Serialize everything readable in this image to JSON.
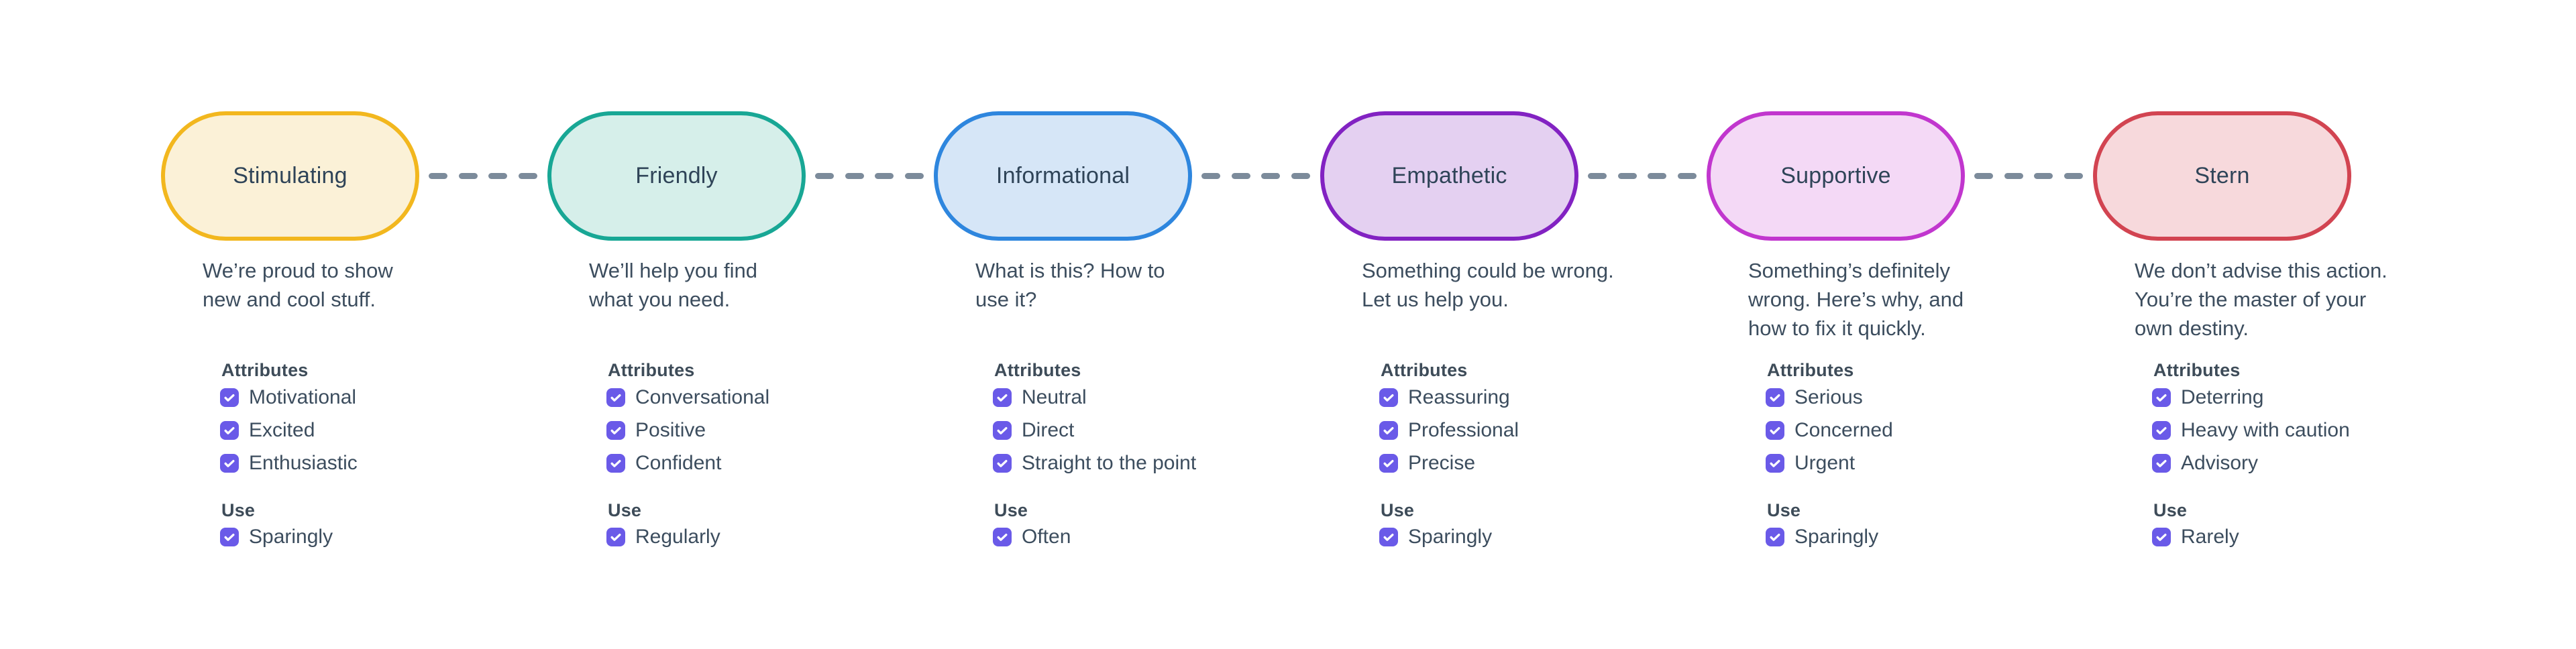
{
  "diagram": {
    "attributes_heading": "Attributes",
    "use_heading": "Use",
    "colors": {
      "background": "#FFFFFF",
      "checkbox_fill": "#6A5AE8",
      "checkmark": "#FFFFFF",
      "dash": "#7C8B9B",
      "body_text": "#3C4D5E",
      "node_label_text": "#2F4458"
    },
    "icons": {
      "checkbox_checked": "check-icon"
    },
    "tones": [
      {
        "name": "Stimulating",
        "border_color": "#F2B71E",
        "fill_color": "#FBF1D7",
        "description": "We’re proud to show\nnew and cool stuff.",
        "attributes": [
          "Motivational",
          "Excited",
          "Enthusiastic"
        ],
        "attributes_checked": [
          true,
          true,
          true
        ],
        "use": "Sparingly",
        "use_checked": true
      },
      {
        "name": "Friendly",
        "border_color": "#18A795",
        "fill_color": "#D6EFEA",
        "description": "We’ll help you find\nwhat you need.",
        "attributes": [
          "Conversational",
          "Positive",
          "Confident"
        ],
        "attributes_checked": [
          true,
          true,
          true
        ],
        "use": "Regularly",
        "use_checked": true
      },
      {
        "name": "Informational",
        "border_color": "#2E86DE",
        "fill_color": "#D6E6F7",
        "description": "What is this? How to\nuse it?",
        "attributes": [
          "Neutral",
          "Direct",
          "Straight to the point"
        ],
        "attributes_checked": [
          true,
          true,
          true
        ],
        "use": "Often",
        "use_checked": true
      },
      {
        "name": "Empathetic",
        "border_color": "#8222C2",
        "fill_color": "#E4D0F1",
        "description": "Something could be wrong.\nLet us help you.",
        "attributes": [
          "Reassuring",
          "Professional",
          "Precise"
        ],
        "attributes_checked": [
          true,
          true,
          true
        ],
        "use": "Sparingly",
        "use_checked": true
      },
      {
        "name": "Supportive",
        "border_color": "#C136CE",
        "fill_color": "#F4D9F6",
        "description": "Something’s definitely\nwrong. Here’s why, and\nhow to fix it quickly.",
        "attributes": [
          "Serious",
          "Concerned",
          "Urgent"
        ],
        "attributes_checked": [
          true,
          true,
          true
        ],
        "use": "Sparingly",
        "use_checked": true
      },
      {
        "name": "Stern",
        "border_color": "#D24451",
        "fill_color": "#F7D9DC",
        "description": "We don’t advise this action.\nYou’re the master of your\nown destiny.",
        "attributes": [
          "Deterring",
          "Heavy with caution",
          "Advisory"
        ],
        "attributes_checked": [
          true,
          true,
          true
        ],
        "use": "Rarely",
        "use_checked": true
      }
    ]
  }
}
